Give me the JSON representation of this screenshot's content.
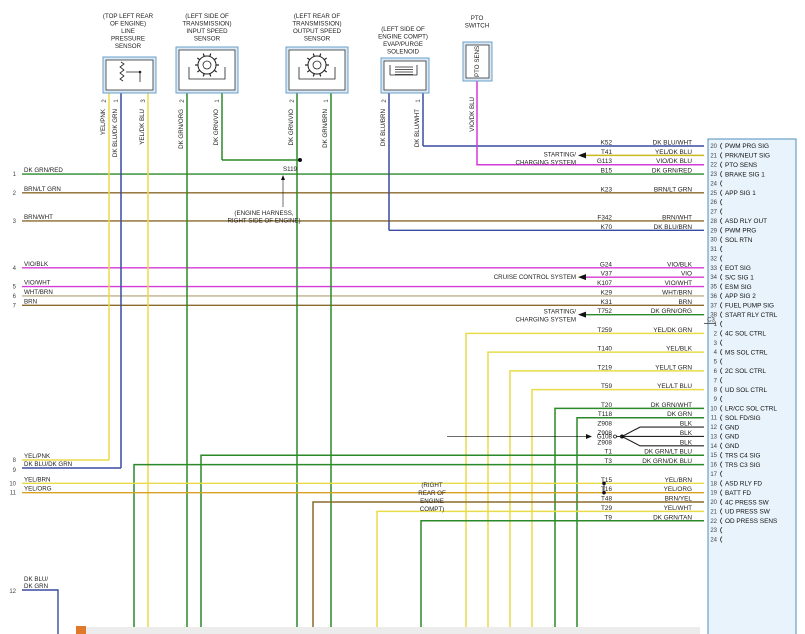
{
  "components": {
    "line_pressure_sensor": {
      "caption": [
        "(TOP LEFT REAR",
        "OF ENGINE)",
        "LINE",
        "PRESSURE",
        "SENSOR"
      ],
      "pins": [
        "2",
        "1",
        "3"
      ],
      "wires": [
        "YEL/PNK",
        "DK BLU/DK GRN",
        "YEL/DK BLU"
      ]
    },
    "input_speed_sensor": {
      "caption": [
        "(LEFT SIDE OF",
        "TRANSMISSION)",
        "INPUT SPEED",
        "SENSOR"
      ],
      "pins": [
        "2",
        "1"
      ],
      "wires": [
        "DK GRN/ORG",
        "DK GRN/VIO"
      ]
    },
    "output_speed_sensor": {
      "caption": [
        "(LEFT REAR OF",
        "TRANSMISSION)",
        "OUTPUT SPEED",
        "SENSOR"
      ],
      "pins": [
        "2",
        "1"
      ],
      "wires": [
        "DK GRN/VIO",
        "DK GRN/BRN"
      ]
    },
    "evap_purge_solenoid": {
      "caption": [
        "(LEFT SIDE OF",
        "ENGINE COMPT)",
        "EVAP/PURGE",
        "SOLENOID"
      ],
      "pins": [
        "2",
        "1"
      ],
      "wires": [
        "DK BLU/BRN",
        "DK BLU/WHT"
      ]
    },
    "pto_switch": {
      "caption": [
        "PTO",
        "SWITCH"
      ],
      "inner": "PTO SENS",
      "wire": "VIO/DK BLU"
    }
  },
  "splice": {
    "id": "S119",
    "note": [
      "(ENGINE HARNESS,",
      "RIGHT SIDE OF ENGINE)"
    ]
  },
  "ground": {
    "id": "G108",
    "note": [
      "(RIGHT",
      "REAR OF",
      "ENGINE",
      "COMPT)"
    ]
  },
  "left_edge": [
    {
      "num": "1",
      "wire": "DK GRN/RED"
    },
    {
      "num": "2",
      "wire": "BRN/LT GRN"
    },
    {
      "num": "3",
      "wire": "BRN/WHT"
    },
    {
      "num": "4",
      "wire": "VIO/BLK"
    },
    {
      "num": "5",
      "wire": "VIO/WHT"
    },
    {
      "num": "6",
      "wire": "WHT/BRN"
    },
    {
      "num": "7",
      "wire": "BRN"
    },
    {
      "num": "8",
      "wire": "YEL/PNK"
    },
    {
      "num": "9",
      "wire": "DK BLU/DK GRN"
    },
    {
      "num": "10",
      "wire": "YEL/BRN"
    },
    {
      "num": "11",
      "wire": "YEL/ORG"
    },
    {
      "num": "12",
      "wire": "DK BLU/\nDK GRN"
    }
  ],
  "side_notes": {
    "starting1": [
      "STARTING/",
      "CHARGING SYSTEM"
    ],
    "cruise": "CRUISE CONTROL SYSTEM",
    "starting2": [
      "STARTING/",
      "CHARGING SYSTEM"
    ]
  },
  "connector_c3_label": "C3",
  "connector_rows": [
    {
      "pin": "20",
      "circuit": "K52",
      "wire": "DK BLU/WHT",
      "func": "PWM PRG SIG"
    },
    {
      "pin": "21",
      "circuit": "T41",
      "wire": "YEL/DK BLU",
      "func": "PRK/NEUT SIG"
    },
    {
      "pin": "22",
      "circuit": "G113",
      "wire": "VIO/DK BLU",
      "func": "PTO SENS"
    },
    {
      "pin": "23",
      "circuit": "B15",
      "wire": "DK GRN/RED",
      "func": "BRAKE SIG 1"
    },
    {
      "pin": "24",
      "circuit": "",
      "wire": "",
      "func": ""
    },
    {
      "pin": "25",
      "circuit": "K23",
      "wire": "BRN/LT GRN",
      "func": "APP SIG 1"
    },
    {
      "pin": "26",
      "circuit": "",
      "wire": "",
      "func": ""
    },
    {
      "pin": "27",
      "circuit": "",
      "wire": "",
      "func": ""
    },
    {
      "pin": "28",
      "circuit": "F342",
      "wire": "BRN/WHT",
      "func": "ASD RLY OUT"
    },
    {
      "pin": "29",
      "circuit": "K70",
      "wire": "DK BLU/BRN",
      "func": "PWM PRG"
    },
    {
      "pin": "30",
      "circuit": "",
      "wire": "",
      "func": "SOL RTN"
    },
    {
      "pin": "31",
      "circuit": "",
      "wire": "",
      "func": ""
    },
    {
      "pin": "32",
      "circuit": "",
      "wire": "",
      "func": ""
    },
    {
      "pin": "33",
      "circuit": "G24",
      "wire": "VIO/BLK",
      "func": "EOT SIG"
    },
    {
      "pin": "34",
      "circuit": "V37",
      "wire": "VIO",
      "func": "S/C SIG 1"
    },
    {
      "pin": "35",
      "circuit": "K107",
      "wire": "VIO/WHT",
      "func": "ESM SIG"
    },
    {
      "pin": "36",
      "circuit": "K29",
      "wire": "WHT/BRN",
      "func": "APP SIG 2"
    },
    {
      "pin": "37",
      "circuit": "K31",
      "wire": "BRN",
      "func": "FUEL PUMP SIG"
    },
    {
      "pin": "38",
      "circuit": "T752",
      "wire": "DK GRN/ORG",
      "func": "START RLY CTRL"
    },
    {
      "pin": "1",
      "circuit": "",
      "wire": "",
      "func": ""
    },
    {
      "pin": "2",
      "circuit": "T259",
      "wire": "YEL/DK GRN",
      "func": "4C SOL CTRL"
    },
    {
      "pin": "3",
      "circuit": "",
      "wire": "",
      "func": ""
    },
    {
      "pin": "4",
      "circuit": "T140",
      "wire": "YEL/BLK",
      "func": "MS SOL CTRL"
    },
    {
      "pin": "5",
      "circuit": "",
      "wire": "",
      "func": ""
    },
    {
      "pin": "6",
      "circuit": "T219",
      "wire": "YEL/LT GRN",
      "func": "2C SOL CTRL"
    },
    {
      "pin": "7",
      "circuit": "",
      "wire": "",
      "func": ""
    },
    {
      "pin": "8",
      "circuit": "T59",
      "wire": "YEL/LT BLU",
      "func": "UD SOL CTRL"
    },
    {
      "pin": "9",
      "circuit": "",
      "wire": "",
      "func": ""
    },
    {
      "pin": "10",
      "circuit": "T20",
      "wire": "DK GRN/WHT",
      "func": "LR/CC SOL CTRL"
    },
    {
      "pin": "11",
      "circuit": "T118",
      "wire": "DK GRN",
      "func": "SOL FD/SIG"
    },
    {
      "pin": "12",
      "circuit": "Z908",
      "wire": "BLK",
      "func": "GND"
    },
    {
      "pin": "13",
      "circuit": "Z908",
      "wire": "BLK",
      "func": "GND"
    },
    {
      "pin": "14",
      "circuit": "Z908",
      "wire": "BLK",
      "func": "GND"
    },
    {
      "pin": "15",
      "circuit": "T1",
      "wire": "DK GRN/LT BLU",
      "func": "TRS C4 SIG"
    },
    {
      "pin": "16",
      "circuit": "T3",
      "wire": "DK GRN/DK BLU",
      "func": "TRS C3 SIG"
    },
    {
      "pin": "17",
      "circuit": "",
      "wire": "",
      "func": ""
    },
    {
      "pin": "18",
      "circuit": "T15",
      "wire": "YEL/BRN",
      "func": "ASD RLY FD"
    },
    {
      "pin": "19",
      "circuit": "T16",
      "wire": "YEL/ORG",
      "func": "BATT FD"
    },
    {
      "pin": "20",
      "circuit": "T48",
      "wire": "BRN/YEL",
      "func": "4C PRESS SW"
    },
    {
      "pin": "21",
      "circuit": "T29",
      "wire": "YEL/WHT",
      "func": "UD PRESS SW"
    },
    {
      "pin": "22",
      "circuit": "T9",
      "wire": "DK GRN/TAN",
      "func": "OD PRESS SENS"
    },
    {
      "pin": "23",
      "circuit": "",
      "wire": "",
      "func": ""
    },
    {
      "pin": "24",
      "circuit": "",
      "wire": "",
      "func": ""
    }
  ],
  "colors": {
    "dk_blu": "#3a4aa0",
    "yellow": "#e8dc4a",
    "dk_grn": "#2a8a2a",
    "brown": "#8a6a2a",
    "violet": "#d63ad6",
    "white_brn": "#bfb08a",
    "connector_fill": "#e8f3fb",
    "connector_stroke": "#6aa0c8"
  }
}
